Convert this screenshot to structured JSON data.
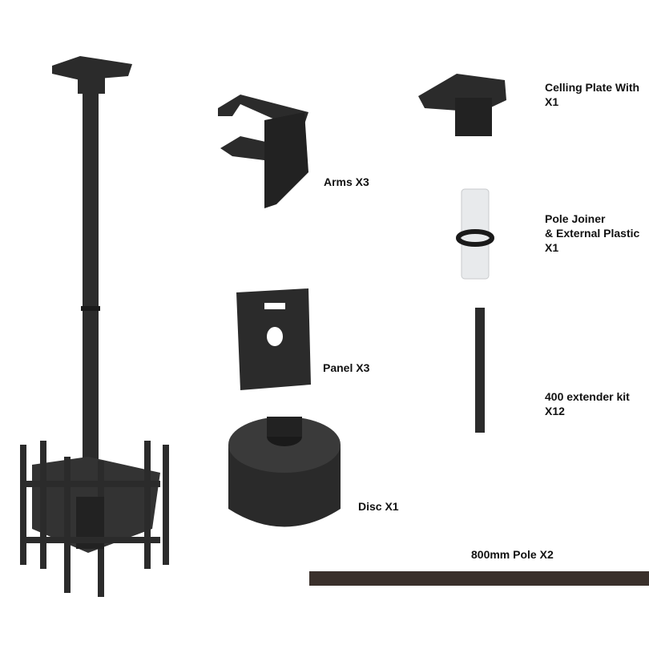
{
  "labels": {
    "ceiling_plate": [
      "Celling Plate With",
      "X1"
    ],
    "arms": "Arms X3",
    "pole_joiner": [
      "Pole Joiner",
      "& External Plastic",
      "X1"
    ],
    "panel": "Panel X3",
    "extender": [
      "400 extender kit",
      "X12"
    ],
    "disc": "Disc X1",
    "pole": "800mm Pole X2"
  },
  "colors": {
    "metal": "#2b2b2b",
    "metal_dark": "#1a1a1a",
    "plastic": "#e8eaec",
    "pole_brown": "#3a302b"
  }
}
